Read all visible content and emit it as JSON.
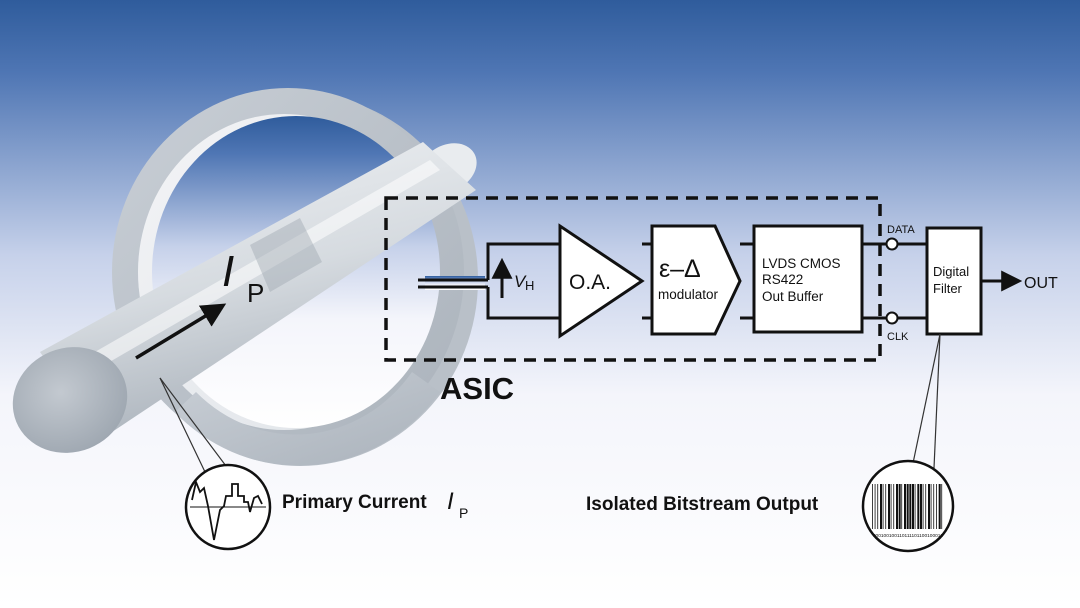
{
  "conductor": {
    "current_symbol": "I",
    "current_subscript": "P"
  },
  "asic": {
    "label": "ASIC",
    "hall_voltage_symbol": "V",
    "hall_voltage_subscript": "H",
    "amplifier_label": "O.A.",
    "modulator_symbol": "ε–Δ",
    "modulator_label": "modulator",
    "buffer_lines": [
      "LVDS CMOS",
      "RS422",
      "Out Buffer"
    ]
  },
  "signals": {
    "data_label": "DATA",
    "clk_label": "CLK"
  },
  "filter": {
    "lines": [
      "Digital",
      "Filter"
    ]
  },
  "output": {
    "label": "OUT"
  },
  "captions": {
    "primary_current_text": "Primary Current ",
    "primary_current_symbol": "I",
    "primary_current_subscript": "P",
    "bitstream_output": "Isolated Bitstream Output",
    "bitstream_digits": "000100100110111101100100010"
  },
  "colors": {
    "sky_top": "#2f5d9e",
    "sky_bottom": "#ffffff",
    "ink": "#111111",
    "metal": "#d8dde3"
  }
}
